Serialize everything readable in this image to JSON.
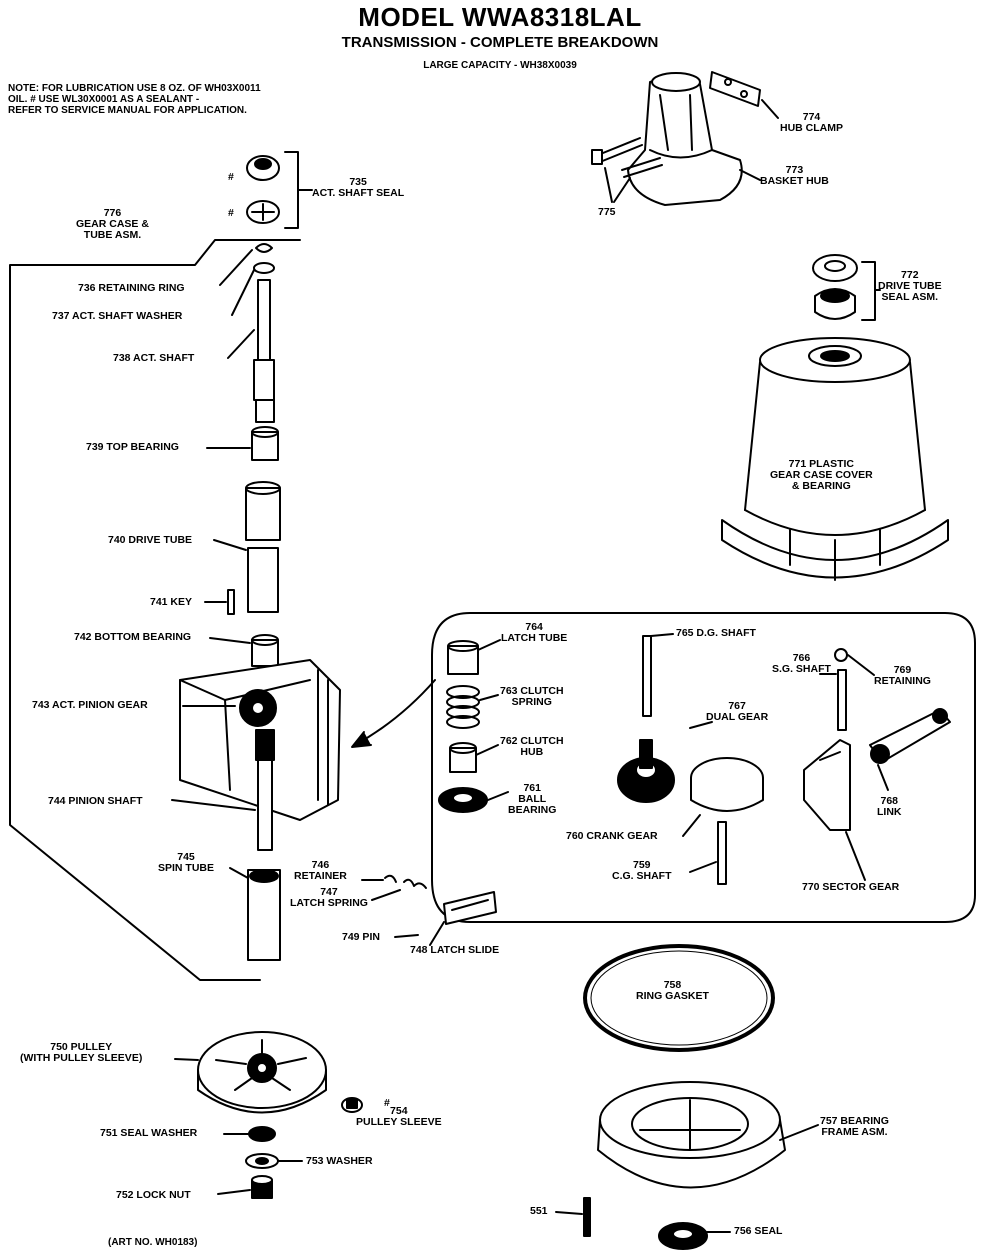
{
  "title": "MODEL WWA8318LAL",
  "subtitle": "TRANSMISSION - COMPLETE BREAKDOWN",
  "capacity_note": "LARGE CAPACITY - WH38X0039",
  "note": "NOTE: FOR LUBRICATION USE 8 OZ. OF WH03X0011\nOIL. # USE WL30X0001 AS A SEALANT -\nREFER TO SERVICE MANUAL FOR APPLICATION.",
  "art_number": "(ART NO. WH0183)",
  "marks": {
    "hash": "#"
  },
  "parts": {
    "p774": "774\nHUB CLAMP",
    "p773": "773\nBASKET HUB",
    "p775": "775",
    "p735": "735\nACT. SHAFT SEAL",
    "p776": "776\nGEAR CASE &\nTUBE ASM.",
    "p772": "772\nDRIVE TUBE\nSEAL ASM.",
    "p736": "736 RETAINING RING",
    "p737": "737  ACT. SHAFT WASHER",
    "p738": "738 ACT. SHAFT",
    "p739": "739 TOP BEARING",
    "p771": "771 PLASTIC\nGEAR CASE COVER\n& BEARING",
    "p740": "740 DRIVE TUBE",
    "p741": "741 KEY",
    "p742": "742 BOTTOM BEARING",
    "p743": "743 ACT. PINION GEAR",
    "p744": "744 PINION SHAFT",
    "p745": "745\nSPIN TUBE",
    "p746": "746\nRETAINER",
    "p747": "747\nLATCH SPRING",
    "p749": "749 PIN",
    "p748": "748 LATCH SLIDE",
    "p764": "764\nLATCH TUBE",
    "p763": "763 CLUTCH\nSPRING",
    "p762": "762 CLUTCH\nHUB",
    "p761": "761\nBALL\nBEARING",
    "p765": "765 D.G. SHAFT",
    "p766": "766\nS.G. SHAFT",
    "p769": "769\nRETAINING",
    "p767": "767\nDUAL GEAR",
    "p768": "768\nLINK",
    "p760": "760 CRANK GEAR",
    "p759": "759\nC.G. SHAFT",
    "p770": "770 SECTOR GEAR",
    "p758": "758\nRING GASKET",
    "p750": "750 PULLEY\n(WITH PULLEY SLEEVE)",
    "p754": "754\nPULLEY SLEEVE",
    "p751": "751 SEAL WASHER",
    "p753": "753 WASHER",
    "p752": "752 LOCK NUT",
    "p757": "757 BEARING\nFRAME ASM.",
    "p551": "551",
    "p756": "756 SEAL"
  }
}
